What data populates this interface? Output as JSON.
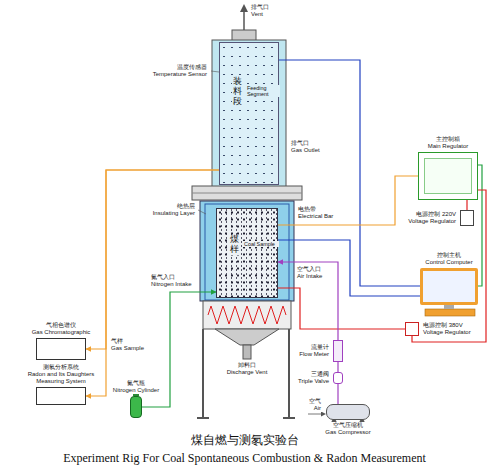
{
  "diagram": {
    "title": "煤自燃与测氡实验台",
    "caption": "Experiment Rig For Coal Spontaneous Combustion & Radon Measurement",
    "nodes": [
      {
        "text": [
          "装料段",
          "Feeding Segment"
        ]
      },
      {
        "text": [
          "煤样",
          "Coal Sample"
        ]
      },
      {
        "text": [
          "主控制箱",
          "Main Regulator"
        ]
      },
      {
        "text": [
          "电源控制 220V",
          "Voltage Regulator"
        ]
      },
      {
        "text": [
          "控制主机",
          "Control Computer"
        ]
      },
      {
        "text": [
          "气相色谱仪",
          "Gas Chromatographic"
        ]
      },
      {
        "text": [
          "测氡分析系统",
          "Radon and Its Daughters Measuring System"
        ]
      },
      {
        "text": [
          "氮气瓶",
          "Nitrogen Cylinder"
        ]
      },
      {
        "text": [
          "电源控制 380V",
          "Voltage Regulator"
        ]
      },
      {
        "text": [
          "流量计",
          "Flow Meter"
        ]
      },
      {
        "text": [
          "三通阀",
          "Triple Valve"
        ]
      },
      {
        "text": [
          "空气压缩机",
          "Gas Compressor"
        ]
      }
    ],
    "edges": [
      {
        "from": 0,
        "to": 5,
        "arrow": "to"
      },
      {
        "from": 0,
        "to": 6,
        "arrow": "to"
      },
      {
        "from": 7,
        "to": 1,
        "arrow": "to"
      },
      {
        "from": 0,
        "to": 4,
        "arrow": "none"
      },
      {
        "from": 1,
        "to": 4,
        "arrow": "none"
      },
      {
        "from": 3,
        "to": 2,
        "arrow": "none"
      },
      {
        "from": 2,
        "to": 4,
        "arrow": "none"
      },
      {
        "from": 1,
        "to": 2,
        "arrow": "none"
      },
      {
        "from": 2,
        "to": 8,
        "arrow": "none"
      },
      {
        "from": 8,
        "to": 1,
        "arrow": "none"
      },
      {
        "from": 11,
        "to": 10,
        "arrow": "none"
      },
      {
        "from": 10,
        "to": 9,
        "arrow": "none"
      },
      {
        "from": 9,
        "to": 1,
        "arrow": "to"
      }
    ],
    "labels": [
      "排气口",
      "Vent",
      "温度传感器",
      "Temperature Sensor",
      "排气口",
      "Gas Outlet",
      "绝热层",
      "Insulating Layer",
      "电热带",
      "Electrical Bar",
      "氮气入口",
      "Nitrogen Intake",
      "空气入口",
      "Air Intake",
      "气样",
      "Gas Sample",
      "卸料口",
      "Discharge Vent",
      "空气",
      "Air"
    ]
  }
}
